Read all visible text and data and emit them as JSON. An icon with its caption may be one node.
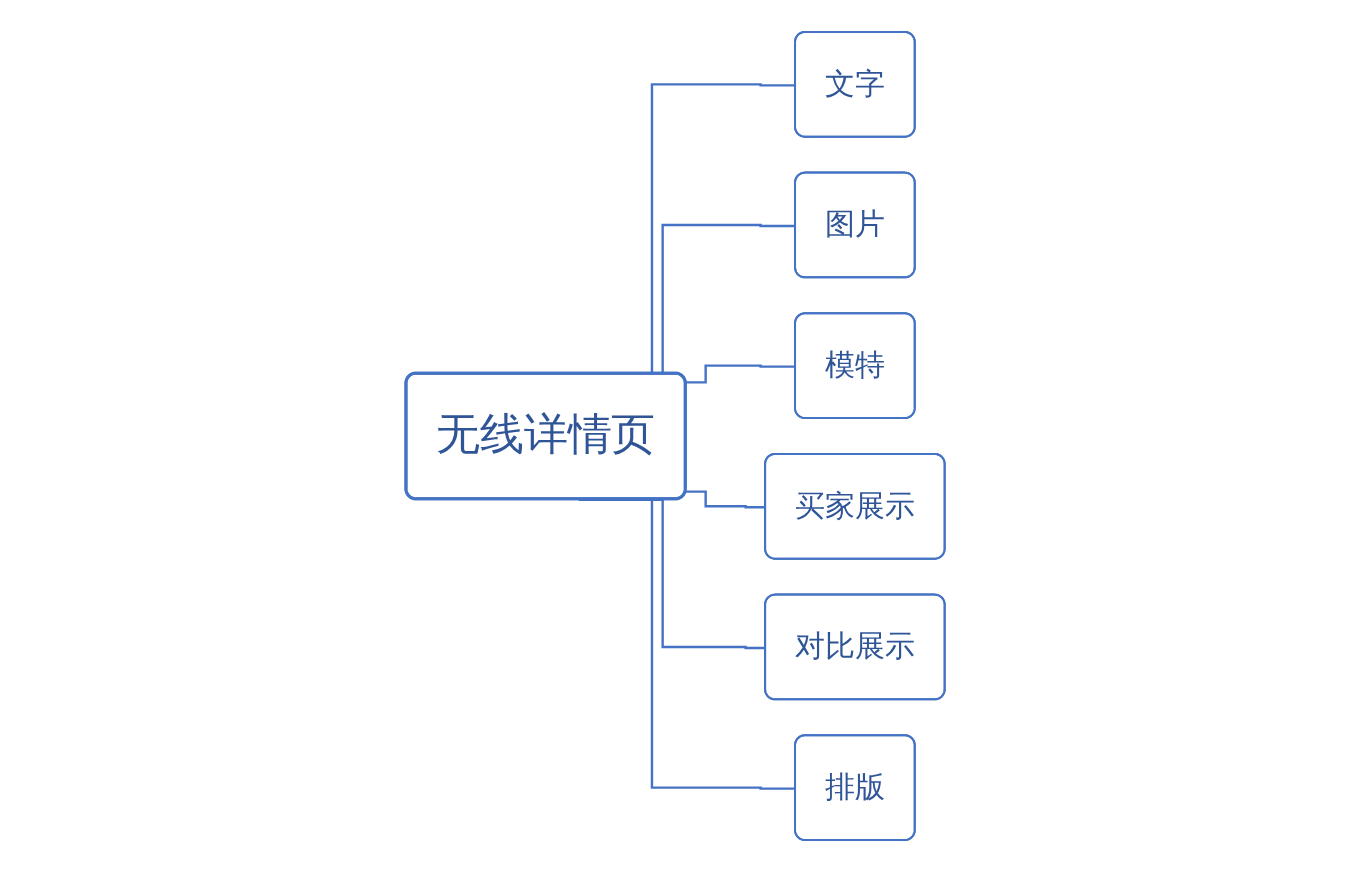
{
  "diagram": {
    "nodes": [
      {
        "text": [
          "无线详情页"
        ]
      },
      {
        "text": [
          "文字"
        ]
      },
      {
        "text": [
          "图片"
        ]
      },
      {
        "text": [
          "模特"
        ]
      },
      {
        "text": [
          "买家展示"
        ]
      },
      {
        "text": [
          "对比展示"
        ]
      },
      {
        "text": [
          "排版"
        ]
      }
    ],
    "edges": [
      {
        "from": 0,
        "to": 1,
        "arrow": "none"
      },
      {
        "from": 0,
        "to": 2,
        "arrow": "none"
      },
      {
        "from": 0,
        "to": 3,
        "arrow": "none"
      },
      {
        "from": 0,
        "to": 4,
        "arrow": "none"
      },
      {
        "from": 0,
        "to": 5,
        "arrow": "none"
      },
      {
        "from": 0,
        "to": 6,
        "arrow": "none"
      }
    ]
  }
}
